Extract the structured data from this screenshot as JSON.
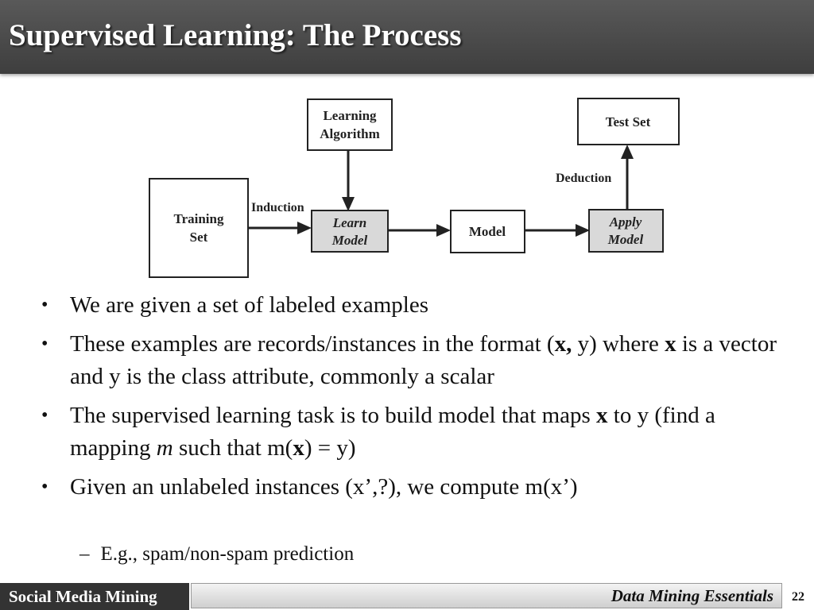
{
  "slide": {
    "title": "Supervised Learning: The Process"
  },
  "diagram": {
    "boxes": {
      "learning_algorithm": [
        "Learning",
        "Algorithm"
      ],
      "training_set": [
        "Training",
        "Set"
      ],
      "learn_model": [
        "Learn",
        "Model"
      ],
      "model": [
        "Model"
      ],
      "apply_model": [
        "Apply",
        "Model"
      ],
      "test_set": [
        "Test Set"
      ]
    },
    "labels": {
      "induction": "Induction",
      "deduction": "Deduction"
    },
    "colors": {
      "shaded_box": "#d9d9d9",
      "stroke": "#222222"
    }
  },
  "bullets": [
    {
      "parts": [
        {
          "t": "We are given a set of labeled examples"
        }
      ]
    },
    {
      "parts": [
        {
          "t": "These examples are records/instances in the format ("
        },
        {
          "t": "x,",
          "b": true
        },
        {
          "t": " y) where "
        },
        {
          "t": "x",
          "b": true
        },
        {
          "t": " is a vector and y is the class attribute, commonly a scalar"
        }
      ]
    },
    {
      "parts": [
        {
          "t": "The supervised learning task is to build model that maps "
        },
        {
          "t": "x",
          "b": true
        },
        {
          "t": " to y (find a mapping "
        },
        {
          "t": "m",
          "i": true
        },
        {
          "t": " such that m("
        },
        {
          "t": "x",
          "b": true
        },
        {
          "t": ") = y)"
        }
      ]
    },
    {
      "parts": [
        {
          "t": "Given an unlabeled instances (x’,?), we compute m(x’)"
        }
      ]
    }
  ],
  "sub_bullet": {
    "dash": "–",
    "text": "E.g., spam/non-spam prediction"
  },
  "footer": {
    "left": "Social Media Mining",
    "right": "Data Mining Essentials",
    "page": "22"
  }
}
